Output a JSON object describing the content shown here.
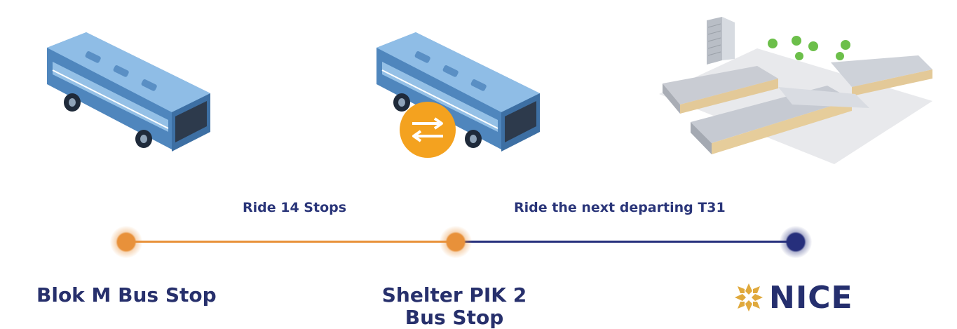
{
  "route": {
    "segments": [
      {
        "label": "Ride 14 Stops",
        "color": "#e8913a"
      },
      {
        "label": "Ride the next departing T31",
        "color": "#262f7c"
      }
    ],
    "stops": [
      {
        "line1": "Blok M Bus Stop",
        "line2": "",
        "dot_color": "#e8913a"
      },
      {
        "line1": "Shelter PIK 2",
        "line2": "Bus Stop",
        "dot_color": "#e8913a"
      },
      {
        "line1": "NICE",
        "line2": "",
        "dot_color": "#262f7c"
      }
    ]
  },
  "icons": {
    "origin": "bus-icon",
    "transfer": "bus-icon",
    "transfer_badge": "transfer-arrows-icon",
    "destination": "convention-center-icon",
    "logo_mark": "nice-logo-mark"
  },
  "colors": {
    "accent_orange": "#e8913a",
    "navy": "#262f7c",
    "bus_blue": "#5b95c9",
    "badge_orange": "#f4a21f"
  }
}
